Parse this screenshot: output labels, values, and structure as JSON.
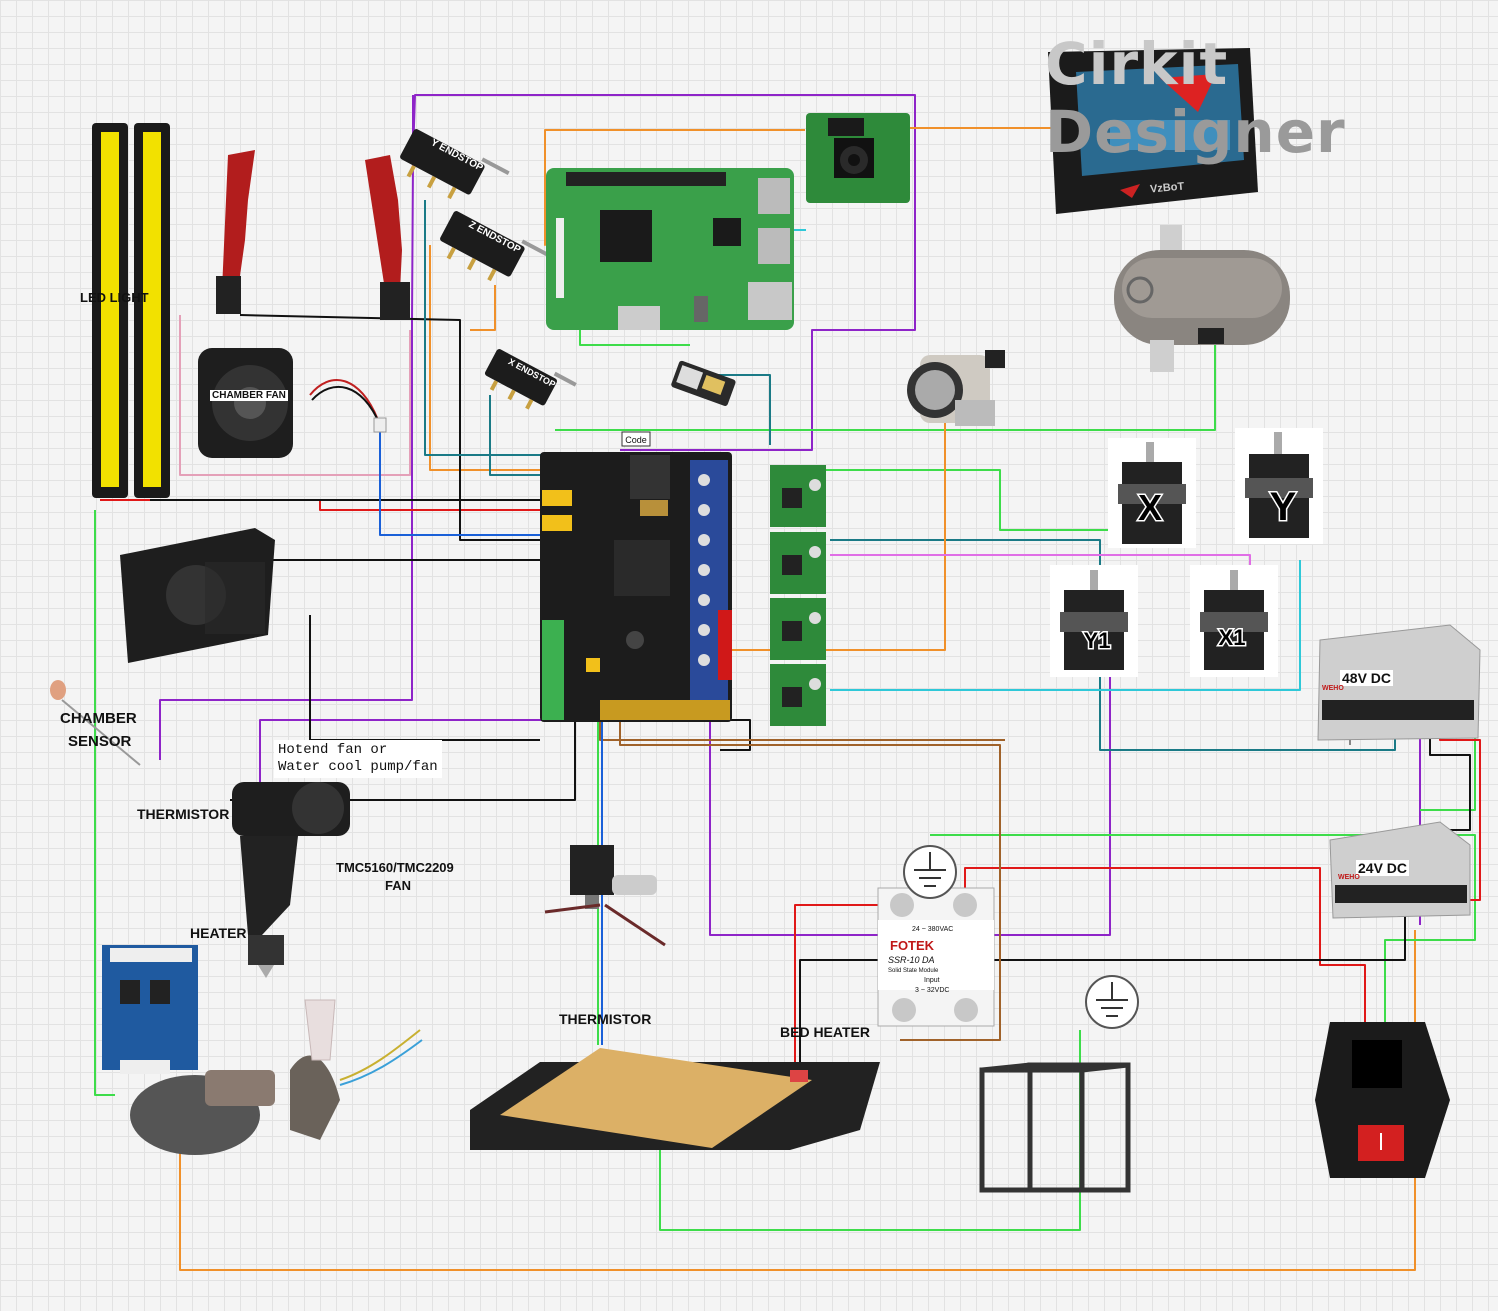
{
  "watermark": {
    "brand": "Cirkit",
    "product": "Designer"
  },
  "labels": {
    "led_strip": "LED LIGHT",
    "chamber_fan": "CHAMBER FAN",
    "y_endstop": "Y ENDSTOP",
    "z_endstop": "Z ENDSTOP",
    "x_endstop": "X ENDSTOP",
    "code_tag": "Code",
    "chamber_sensor_1": "CHAMBER",
    "chamber_sensor_2": "SENSOR",
    "hotend_fan_1": "Hotend fan or",
    "hotend_fan_2": "Water cool pump/fan",
    "thermistor_hotend": "THERMISTOR",
    "driver_fan_1": "TMC5160/TMC2209",
    "driver_fan_2": "FAN",
    "heater": "HEATER",
    "thermistor_bed": "THERMISTOR",
    "bed_heater": "BED HEATER",
    "psu_48v": "48V DC",
    "psu_24v": "24V DC",
    "motor_x": "X",
    "motor_y": "Y",
    "motor_y1": "Y1",
    "motor_x1": "X1",
    "ssr_brand": "FOTEK",
    "ssr_model": "SSR-10 DA",
    "ssr_desc": "Solid State Module",
    "ssr_output": "24 ~ 380VAC",
    "ssr_input": "Input",
    "ssr_input_range": "3 ~ 32VDC",
    "display_brand": "VzBoT",
    "psu_brand": "WEHO"
  },
  "colors": {
    "wire_purple": "#8e24c8",
    "wire_orange": "#f0902a",
    "wire_green": "#3ddc4a",
    "wire_red": "#e01818",
    "wire_black": "#111111",
    "wire_teal": "#1a7a86",
    "wire_brown": "#a0622a",
    "wire_pink": "#e06ee6",
    "wire_cyan": "#2ec8d8",
    "wire_blue": "#1a60d8",
    "board_black": "#1c1c1c",
    "pcb_green": "#2e8a3a",
    "raspberry_green": "#3aa04a"
  }
}
